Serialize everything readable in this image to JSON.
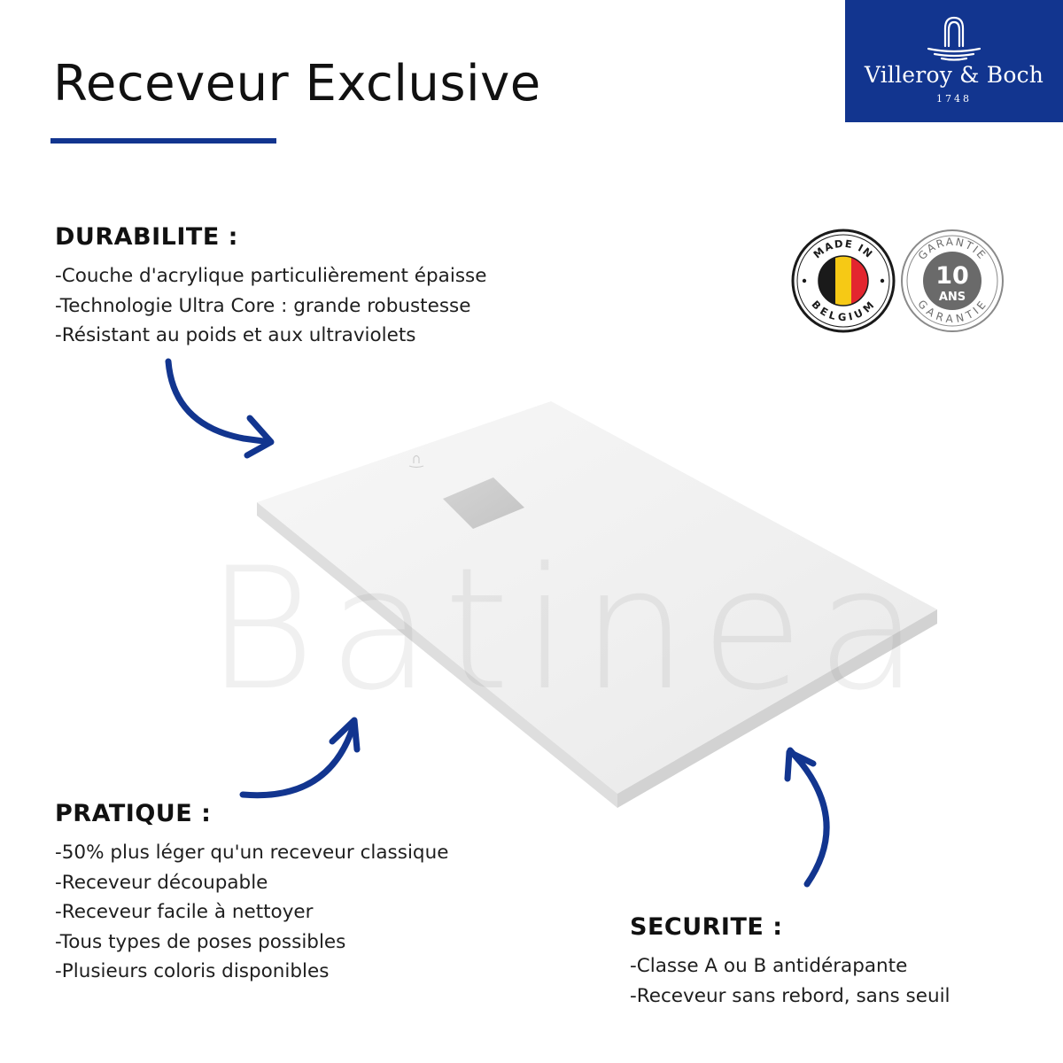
{
  "header": {
    "title": "Receveur Exclusive"
  },
  "brand": {
    "name": "Villeroy & Boch",
    "year": "1748",
    "color": "#12358f",
    "emblem_icon": "fountain-emblem-icon"
  },
  "colors": {
    "accent": "#12358f",
    "arrow": "#12358f",
    "belgium_black": "#1a1a1a",
    "belgium_yellow": "#f6c915",
    "belgium_red": "#e3262f"
  },
  "sections": {
    "durabilite": {
      "heading": "DURABILITE :",
      "items": [
        "-Couche d'acrylique particulièrement épaisse",
        "-Technologie Ultra Core : grande robustesse",
        "-Résistant au poids et aux ultraviolets"
      ]
    },
    "pratique": {
      "heading": "PRATIQUE :",
      "items": [
        "-50% plus léger qu'un receveur classique",
        "-Receveur découpable",
        "-Receveur facile à nettoyer",
        "-Tous types de poses possibles",
        "-Plusieurs coloris disponibles"
      ]
    },
    "securite": {
      "heading": "SECURITE :",
      "items": [
        "-Classe A ou B antidérapante",
        "-Receveur sans rebord, sans seuil"
      ]
    }
  },
  "badges": {
    "belgium": {
      "top_text": "MADE IN",
      "bottom_text": "BELGIUM",
      "icon": "belgian-flag-icon"
    },
    "guarantee": {
      "top_text": "GARANTIE",
      "bottom_text": "GARANTIE",
      "number": "10",
      "unit": "ANS"
    }
  },
  "product": {
    "icon": "shower-tray-image",
    "watermark": "Batinea"
  }
}
